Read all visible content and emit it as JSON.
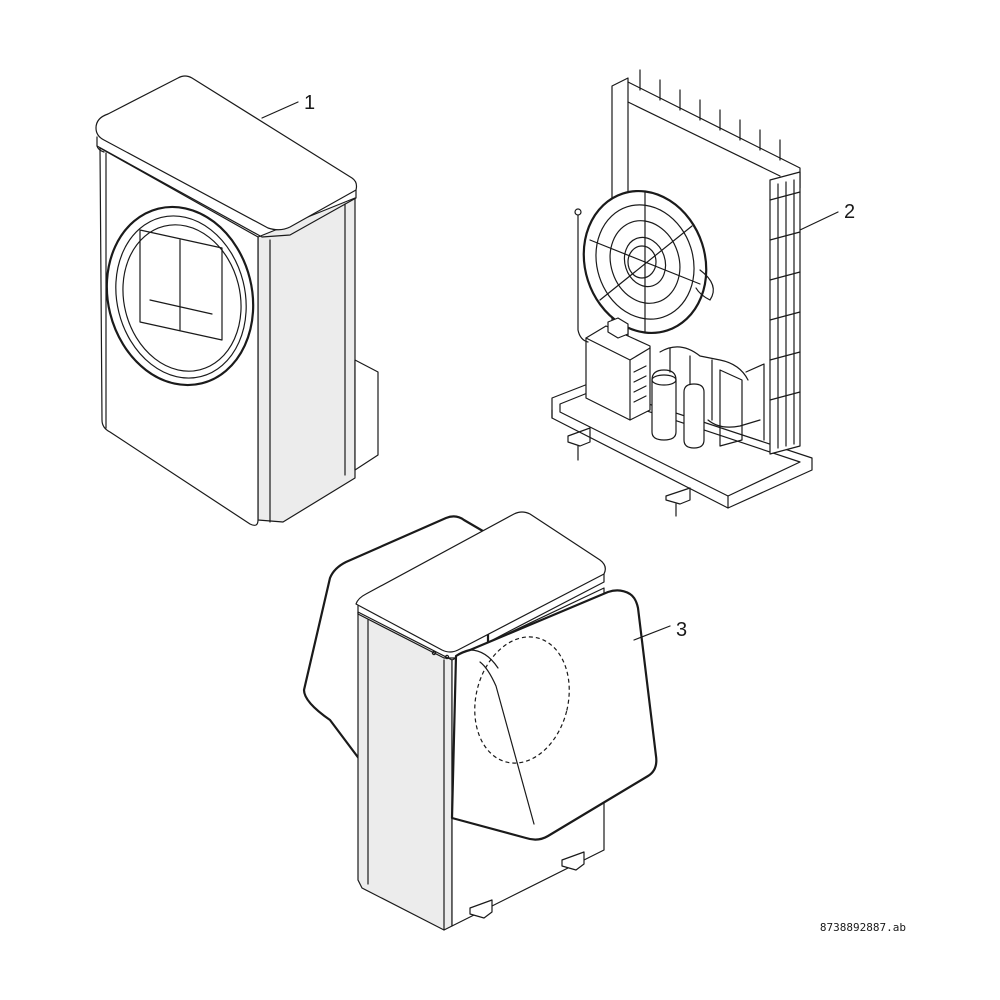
{
  "callouts": {
    "item_1": "1",
    "item_2": "2",
    "item_3": "3"
  },
  "document_number": "8738892887.ab"
}
